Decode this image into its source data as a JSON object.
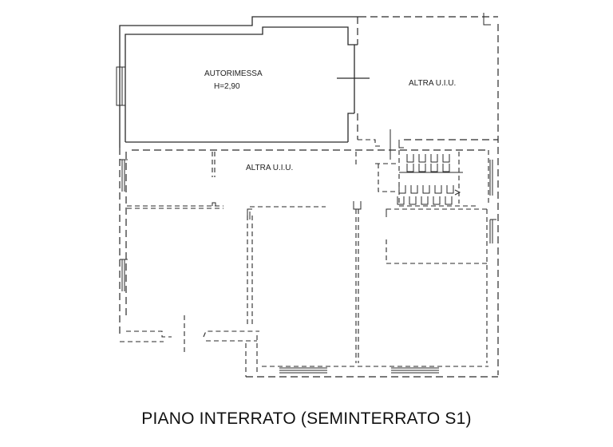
{
  "drawing": {
    "type": "architectural floor plan",
    "caption": "PIANO INTERRATO (SEMINTERRATO S1)",
    "line_color": "#2a2a2a",
    "background": "#ffffff"
  },
  "rooms": [
    {
      "name": "AUTORIMESSA",
      "height_label": "H=2,90",
      "wall_style": "solid"
    },
    {
      "name": "ALTRA U.I.U.",
      "position": "top-right",
      "wall_style": "dashed"
    },
    {
      "name": "ALTRA U.I.U.",
      "position": "middle",
      "wall_style": "dashed"
    }
  ],
  "elements": {
    "window_left": "window-symbol",
    "door_right": "door-opening",
    "stairs": "stair-treads"
  }
}
